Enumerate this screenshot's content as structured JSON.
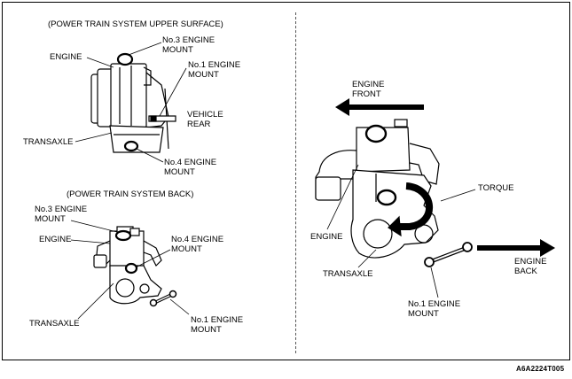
{
  "upper": {
    "title": "(POWER TRAIN SYSTEM UPPER SURFACE)",
    "engine": "ENGINE",
    "no3_line1": "No.3 ENGINE",
    "no3_line2": "MOUNT",
    "no1_line1": "No.1 ENGINE",
    "no1_line2": "MOUNT",
    "vehicle_line1": "VEHICLE",
    "vehicle_line2": "REAR",
    "transaxle": "TRANSAXLE",
    "no4_line1": "No.4 ENGINE",
    "no4_line2": "MOUNT"
  },
  "back": {
    "title": "(POWER TRAIN SYSTEM BACK)",
    "no3_line1": "No.3 ENGINE",
    "no3_line2": "MOUNT",
    "engine": "ENGINE",
    "no4_line1": "No.4 ENGINE",
    "no4_line2": "MOUNT",
    "transaxle": "TRANSAXLE",
    "no1_line1": "No.1 ENGINE",
    "no1_line2": "MOUNT"
  },
  "right": {
    "front_line1": "ENGINE",
    "front_line2": "FRONT",
    "torque": "TORQUE",
    "engine": "ENGINE",
    "transaxle": "TRANSAXLE",
    "back_line1": "ENGINE",
    "back_line2": "BACK",
    "no1_line1": "No.1 ENGINE",
    "no1_line2": "MOUNT"
  },
  "figure_code": "A6A2224T005"
}
